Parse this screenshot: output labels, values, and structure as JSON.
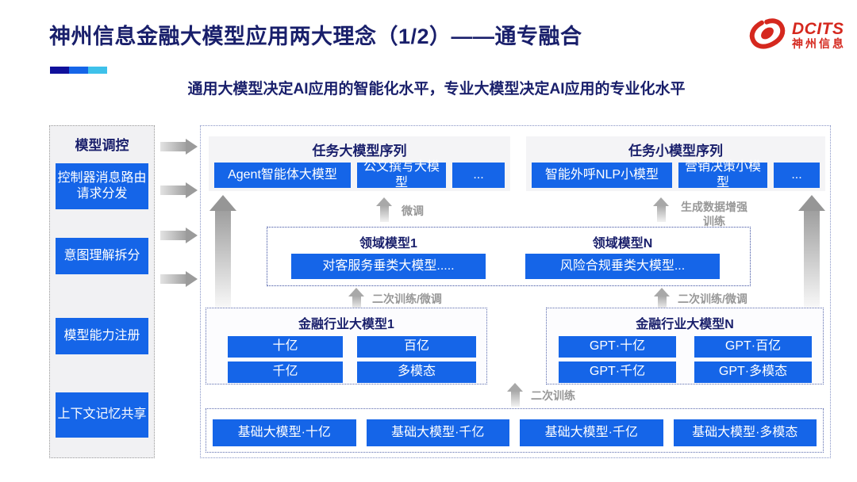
{
  "slide": {
    "title": "神州信息金融大模型应用两大理念（1/2）——通专融合",
    "subtitle": "通用大模型决定AI应用的智能化水平，专业大模型决定AI应用的专业化水平"
  },
  "logo": {
    "brand": "DCITS",
    "brand_cn": "神州信息",
    "brand_color": "#d5281e"
  },
  "accent_bar_colors": [
    "#10109b",
    "#1565e8",
    "#3ec1ea"
  ],
  "palette": {
    "title_navy": "#191f6b",
    "box_blue": "#1565e8",
    "label_gray": "#979797"
  },
  "sidebar": {
    "title": "模型调控",
    "items": [
      "控制器消息路由请求分发",
      "意图理解拆分",
      "模型能力注册",
      "上下文记忆共享"
    ]
  },
  "top_panels": [
    {
      "title": "任务大模型序列",
      "items": [
        "Agent智能体大模型",
        "公文撰写大模型",
        "..."
      ]
    },
    {
      "title": "任务小模型序列",
      "items": [
        "智能外呼NLP小模型",
        "营销决策小模型",
        "..."
      ]
    }
  ],
  "arrow_labels": {
    "fine_tune": "微调",
    "gen_data_training": "生成数据增强训练",
    "retrain_finetune_left": "二次训练/微调",
    "retrain_finetune_right": "二次训练/微调",
    "retrain": "二次训练"
  },
  "domain_models": [
    {
      "title": "领域模型1",
      "item": "对客服务垂类大模型....."
    },
    {
      "title": "领域模型N",
      "item": "风险合规垂类大模型..."
    }
  ],
  "industry_models": [
    {
      "title": "金融行业大模型1",
      "items": [
        "十亿",
        "百亿",
        "千亿",
        "多模态"
      ]
    },
    {
      "title": "金融行业大模型N",
      "items": [
        "GPT·十亿",
        "GPT·百亿",
        "GPT·千亿",
        "GPT·多模态"
      ]
    }
  ],
  "base_models": [
    "基础大模型·十亿",
    "基础大模型·千亿",
    "基础大模型·千亿",
    "基础大模型·多模态"
  ]
}
